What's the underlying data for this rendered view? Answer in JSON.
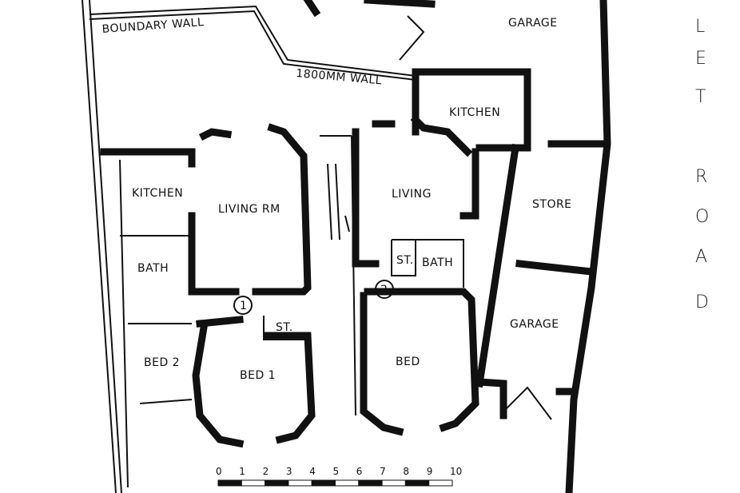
{
  "plan": {
    "road_name": "LET ROAD",
    "road_letters": [
      "L",
      "E",
      "T",
      "R",
      "O",
      "A",
      "D"
    ],
    "labels": {
      "boundary_wall": "BOUNDARY WALL",
      "wall_1800": "1800MM WALL",
      "garage_top": "GARAGE",
      "kitchen_2": "KITCHEN",
      "store": "STORE",
      "garage_bottom": "GARAGE",
      "living_2": "LIVING",
      "store_2": "ST.",
      "bath_2": "BATH",
      "flat_2": "2",
      "bed_2_flat": "BED",
      "kitchen_1": "KITCHEN",
      "living_rm_1": "LIVING RM",
      "bath_1": "BATH",
      "flat_1": "1",
      "store_1": "ST.",
      "bed_2": "BED 2",
      "bed_1": "BED 1"
    },
    "scale_bar": {
      "ticks": [
        "0",
        "1",
        "2",
        "3",
        "4",
        "5",
        "6",
        "7",
        "8",
        "9",
        "10"
      ]
    }
  }
}
